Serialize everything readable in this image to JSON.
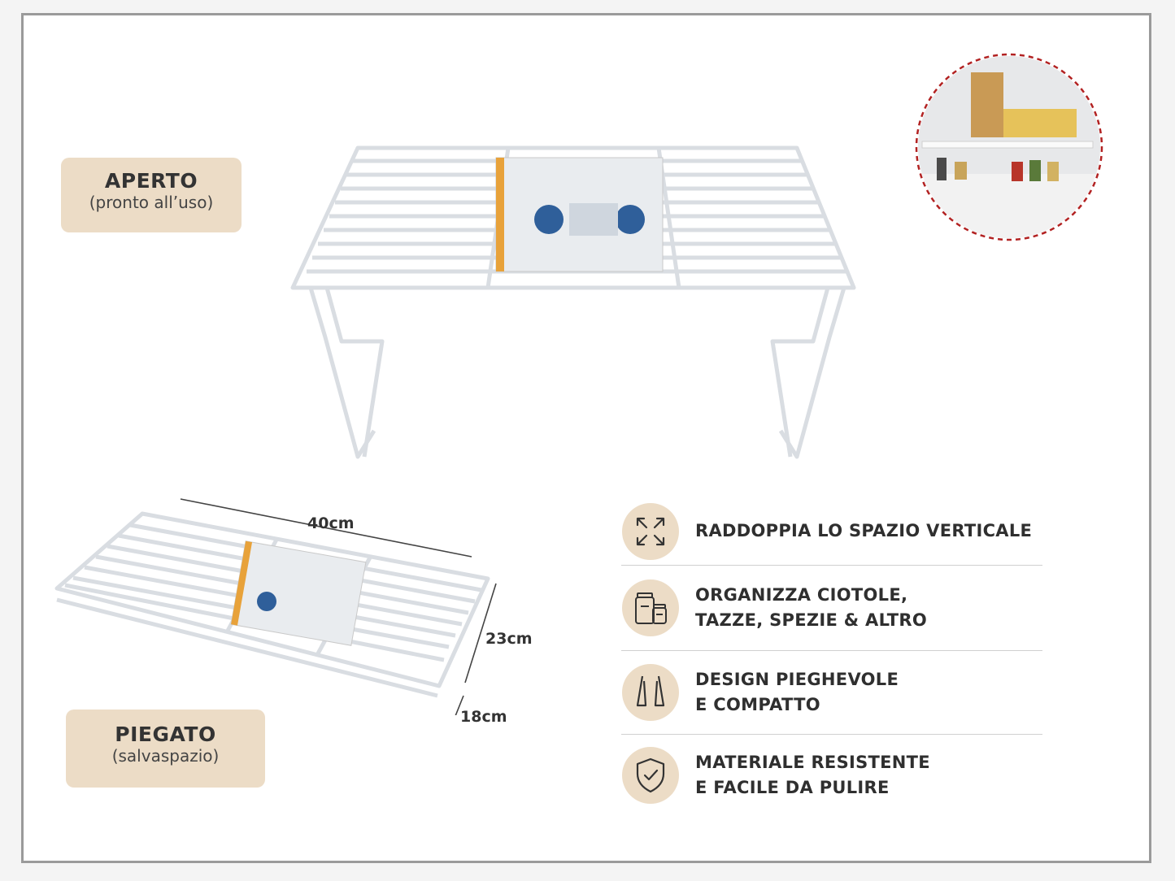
{
  "labels": {
    "open_title": "APERTO",
    "open_sub": "(pronto all’uso)",
    "folded_title": "PIEGATO",
    "folded_sub": "(salvaspazio)"
  },
  "dimensions": {
    "length": "40cm",
    "width": "23cm",
    "height": "18cm"
  },
  "features": [
    {
      "icon": "expand-arrows-icon",
      "lines": [
        "RADDOPPIA LO SPAZIO VERTICALE"
      ]
    },
    {
      "icon": "jars-icon",
      "lines": [
        "ORGANIZZA CIOTOLE,",
        "TAZZE, SPEZIE & ALTRO"
      ]
    },
    {
      "icon": "folding-shelf-icon",
      "lines": [
        "DESIGN PIEGHEVOLE",
        "E COMPATTO"
      ]
    },
    {
      "icon": "shield-check-icon",
      "lines": [
        "MATERIALE RESISTENTE",
        "E FACILE DA PULIRE"
      ]
    }
  ],
  "colors": {
    "accent_beige": "#ecdcc6",
    "border_gray": "#9a9a9a",
    "circle_dash_red": "#b22222"
  }
}
